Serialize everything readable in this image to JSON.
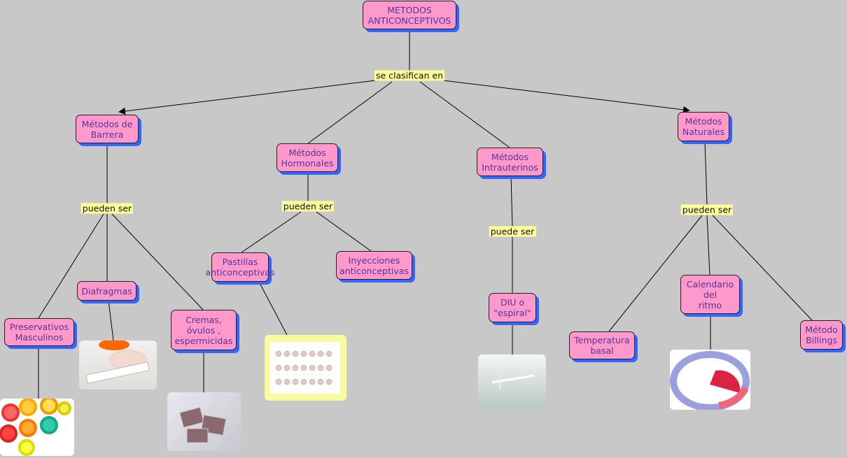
{
  "colors": {
    "background": "#c8c8c8",
    "node_fill": "#ff99cc",
    "node_shadow": "#3366ff",
    "node_text": "#553399",
    "link_label_bg": "#ffff99"
  },
  "root": "METODOS\nANTICONCEPTIVOS",
  "links": {
    "clasifican": "se clasifican en",
    "pueden_barrera": "pueden ser",
    "pueden_hormonales": "pueden ser",
    "puede_diu": "puede ser",
    "pueden_naturales": "pueden ser"
  },
  "categories": {
    "barrera": "Métodos de\nBarrera",
    "hormonales": "Métodos\nHormonales",
    "intrauterinos": "Métodos\nIntrauterinos",
    "naturales": "Métodos\nNaturales"
  },
  "methods": {
    "preservativos": "Preservativos\nMasculinos",
    "diafragmas": "Diafragmas",
    "cremas": "Cremas,\nóvulos ,\nespermicidas",
    "pastillas": "Pastillas\nanticonceptivas",
    "inyecciones": "Inyecciones\nanticonceptivas",
    "diu": "DIU o\n\"espiral\"",
    "temperatura": "Temperatura\nbasal",
    "calendario": "Calendario\ndel\nritmo",
    "billings": "Método\nBillings"
  }
}
